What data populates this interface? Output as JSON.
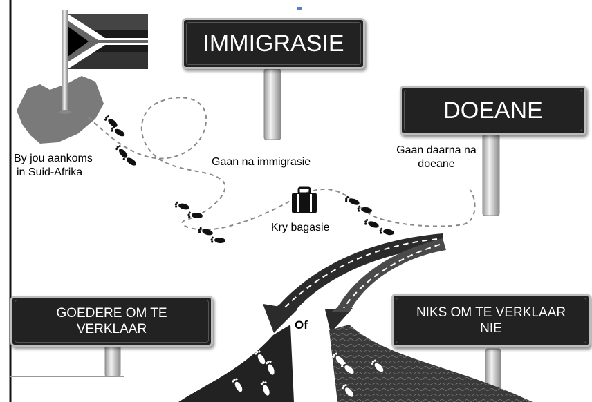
{
  "signs": {
    "immigration": "IMMIGRASIE",
    "customs": "DOEANE",
    "goods_to_declare_line1": "GOEDERE OM TE",
    "goods_to_declare_line2": "VERKLAAR",
    "nothing_to_declare_line1": "NIKS OM TE VERKLAAR",
    "nothing_to_declare_line2": "NIE"
  },
  "labels": {
    "arrival_line1": "By jou aankoms",
    "arrival_line2": "in Suid-Afrika",
    "go_immigration": "Gaan na immigrasie",
    "then_customs_line1": "Gaan daarna na",
    "then_customs_line2": "doeane",
    "baggage": "Kry bagasie",
    "or": "Of"
  },
  "colors": {
    "sign_bg": "#222222",
    "sign_border": "#bdbdbd",
    "map": "#7a7a7a",
    "path": "#8a8a8a",
    "road": "#2b2b2b"
  },
  "icons": [
    "south-africa-flag-icon",
    "south-africa-map-icon",
    "footprints-icon",
    "suitcase-icon",
    "arrow-down-icon"
  ]
}
